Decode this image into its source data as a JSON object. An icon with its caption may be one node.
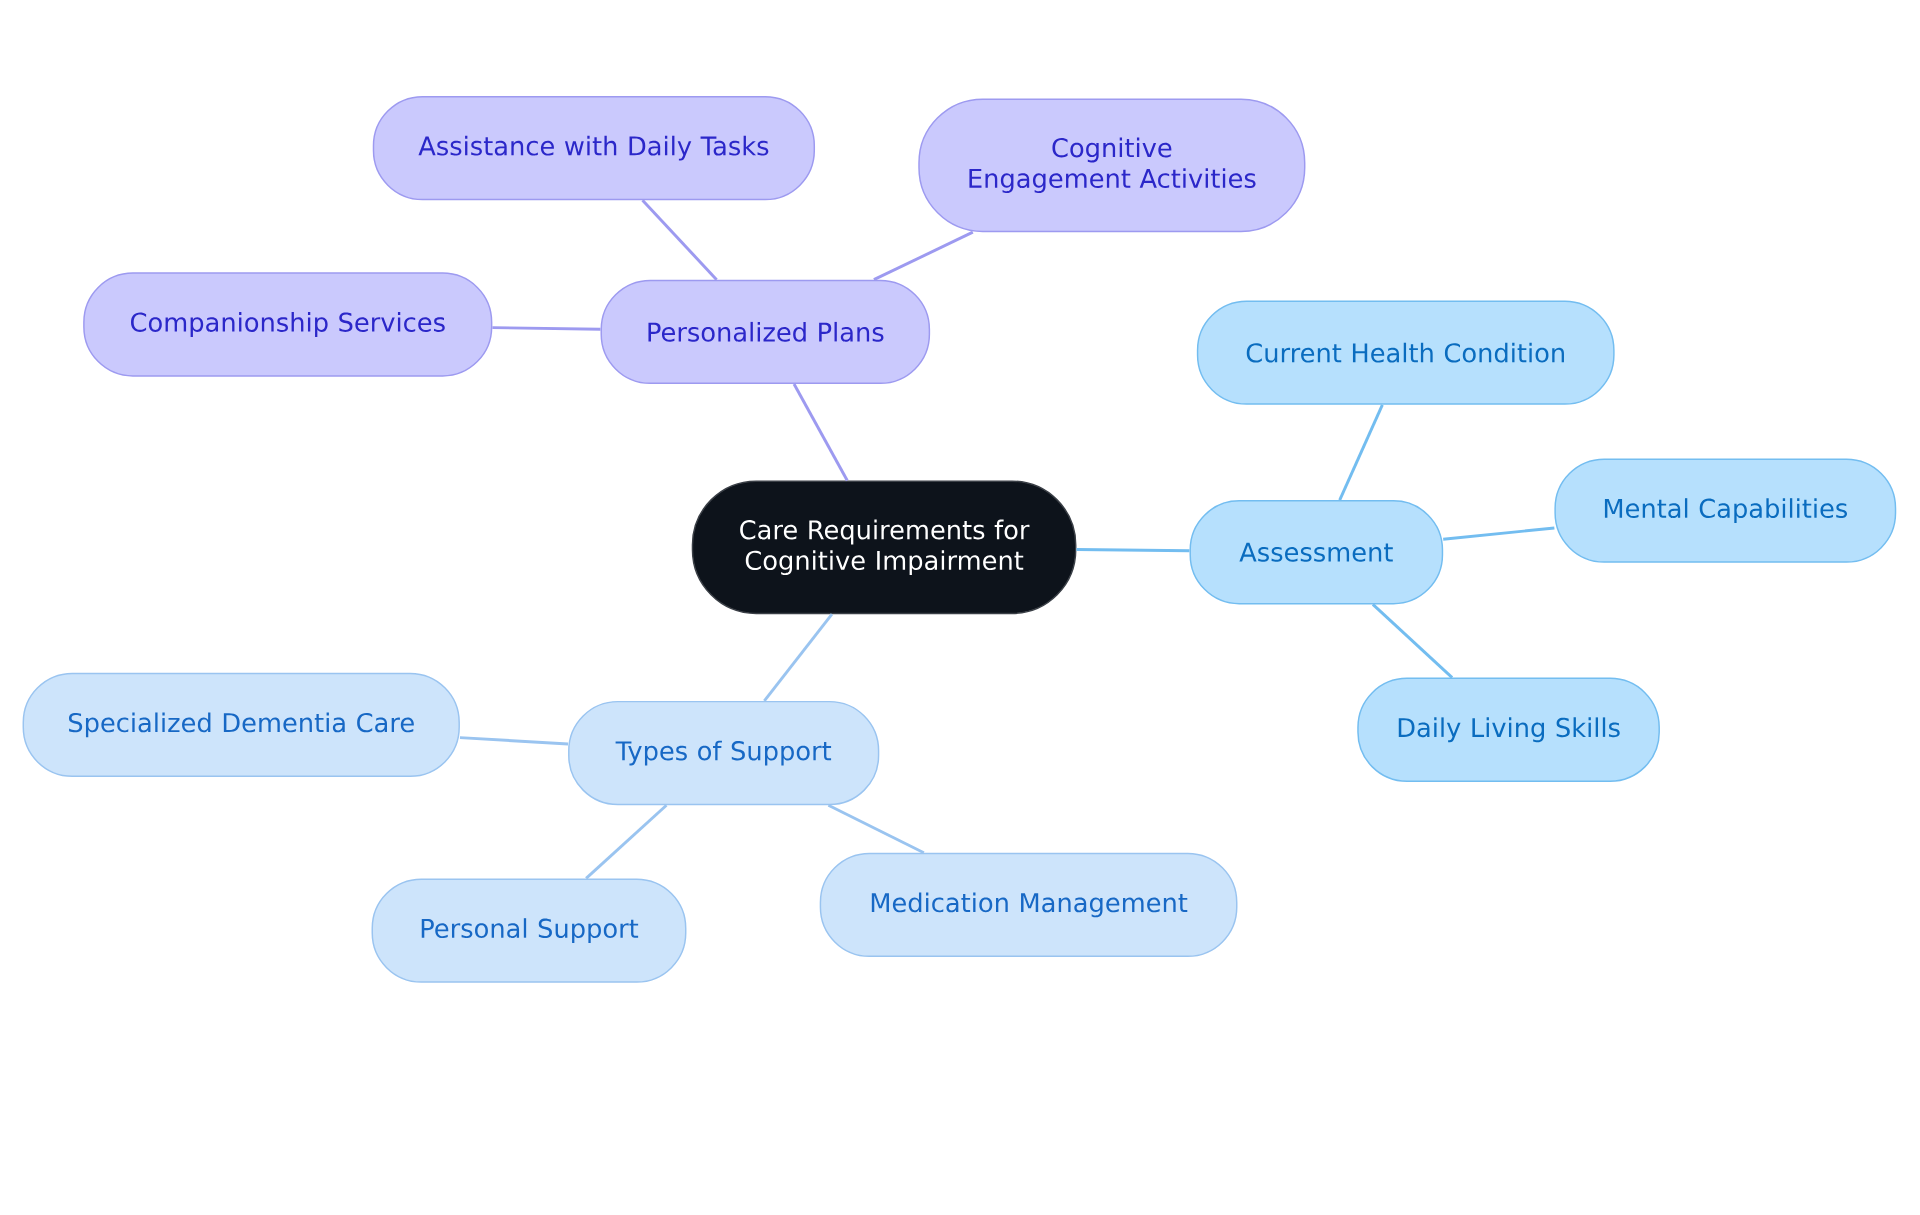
{
  "diagram": {
    "nodes": [
      {
        "text": [
          "Care Requirements for Cognitive Impairment"
        ]
      },
      {
        "text": [
          "Personalized Plans"
        ]
      },
      {
        "text": [
          "Assistance with Daily Tasks"
        ]
      },
      {
        "text": [
          "Cognitive Engagement Activities"
        ]
      },
      {
        "text": [
          "Companionship Services"
        ]
      },
      {
        "text": [
          "Assessment"
        ]
      },
      {
        "text": [
          "Current Health Condition"
        ]
      },
      {
        "text": [
          "Mental Capabilities"
        ]
      },
      {
        "text": [
          "Daily Living Skills"
        ]
      },
      {
        "text": [
          "Types of Support"
        ]
      },
      {
        "text": [
          "Specialized Dementia Care"
        ]
      },
      {
        "text": [
          "Personal Support"
        ]
      },
      {
        "text": [
          "Medication Management"
        ]
      }
    ],
    "edges": [
      {
        "from": 0,
        "to": 1,
        "arrow": "none",
        "color": "#9d9af0"
      },
      {
        "from": 1,
        "to": 2,
        "arrow": "none",
        "color": "#9d9af0"
      },
      {
        "from": 1,
        "to": 3,
        "arrow": "none",
        "color": "#9d9af0"
      },
      {
        "from": 1,
        "to": 4,
        "arrow": "none",
        "color": "#9d9af0"
      },
      {
        "from": 0,
        "to": 5,
        "arrow": "none",
        "color": "#73bdf0"
      },
      {
        "from": 5,
        "to": 6,
        "arrow": "none",
        "color": "#73bdf0"
      },
      {
        "from": 5,
        "to": 7,
        "arrow": "none",
        "color": "#73bdf0"
      },
      {
        "from": 5,
        "to": 8,
        "arrow": "none",
        "color": "#73bdf0"
      },
      {
        "from": 0,
        "to": 9,
        "arrow": "none",
        "color": "#9ac4f0"
      },
      {
        "from": 9,
        "to": 10,
        "arrow": "none",
        "color": "#9ac4f0"
      },
      {
        "from": 9,
        "to": 11,
        "arrow": "none",
        "color": "#9ac4f0"
      },
      {
        "from": 9,
        "to": 12,
        "arrow": "none",
        "color": "#9ac4f0"
      }
    ]
  }
}
